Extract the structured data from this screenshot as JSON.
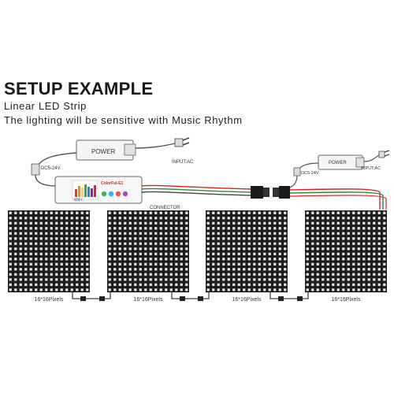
{
  "heading": {
    "title": "SETUP EXAMPLE",
    "line1": "Linear LED Strip",
    "line2": "The lighting will be sensitive with Music Rhythm"
  },
  "power_supply_left": {
    "label": "POWER",
    "dc_label": "DC5-24V",
    "ac_label": "INPUT:AC"
  },
  "power_supply_right": {
    "label": "POWER",
    "dc_label": "DC5-24V",
    "ac_label": "INPUT:AC"
  },
  "controller": {
    "brand": "ColorFul-E1",
    "wifi_label": "WiFi"
  },
  "connector_label": "CONNECTOR",
  "panels": {
    "count": 4,
    "grid": 16,
    "caption": "16*16Pixels"
  },
  "colors": {
    "wire_red": "#e0201c",
    "wire_green": "#2a8a3a",
    "panel": "#1e1e1e",
    "led": "#eaeaea",
    "device": "#f4f4f4"
  }
}
